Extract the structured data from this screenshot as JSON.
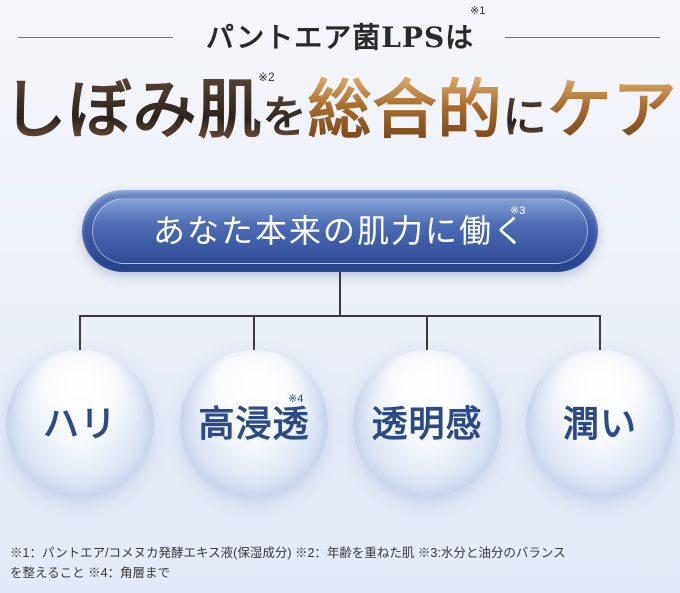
{
  "header": {
    "title": "パントエア菌LPSは",
    "title_note": "※1"
  },
  "headline": {
    "part1": "しぼみ肌",
    "note": "※2",
    "particle1": "を",
    "part2": "総合的",
    "particle2": "に",
    "part3": "ケア"
  },
  "central": {
    "label": "あなた本来の肌力に働く",
    "note": "※3"
  },
  "benefits": [
    {
      "label": "ハリ",
      "note": ""
    },
    {
      "label": "高浸透",
      "note": "※4"
    },
    {
      "label": "透明感",
      "note": ""
    },
    {
      "label": "潤い",
      "note": ""
    }
  ],
  "footnotes": {
    "line1": "※1：パントエア/コメヌカ発酵エキス液(保湿成分)  ※2：年齢を重ねた肌  ※3:水分と油分のバランス",
    "line2": "を整えること  ※4：角層まで"
  },
  "colors": {
    "accent_blue": "#3d5ba7",
    "headline_dark": "#2e231c",
    "headline_gold": "#a86b2c",
    "bubble_text": "#2d4a86"
  }
}
